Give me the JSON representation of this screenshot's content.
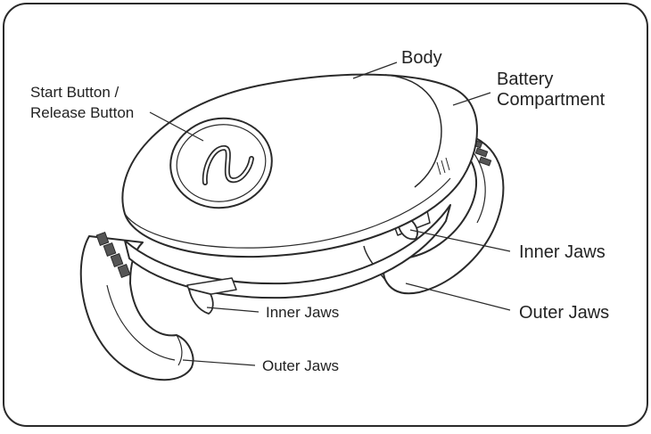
{
  "labels": {
    "body": "Body",
    "battery_line1": "Battery",
    "battery_line2": "Compartment",
    "start_line1": "Start Button /",
    "start_line2": "Release Button",
    "inner_jaws_right": "Inner Jaws",
    "outer_jaws_right": "Outer Jaws",
    "inner_jaws_left": "Inner Jaws",
    "outer_jaws_left": "Outer Jaws"
  }
}
